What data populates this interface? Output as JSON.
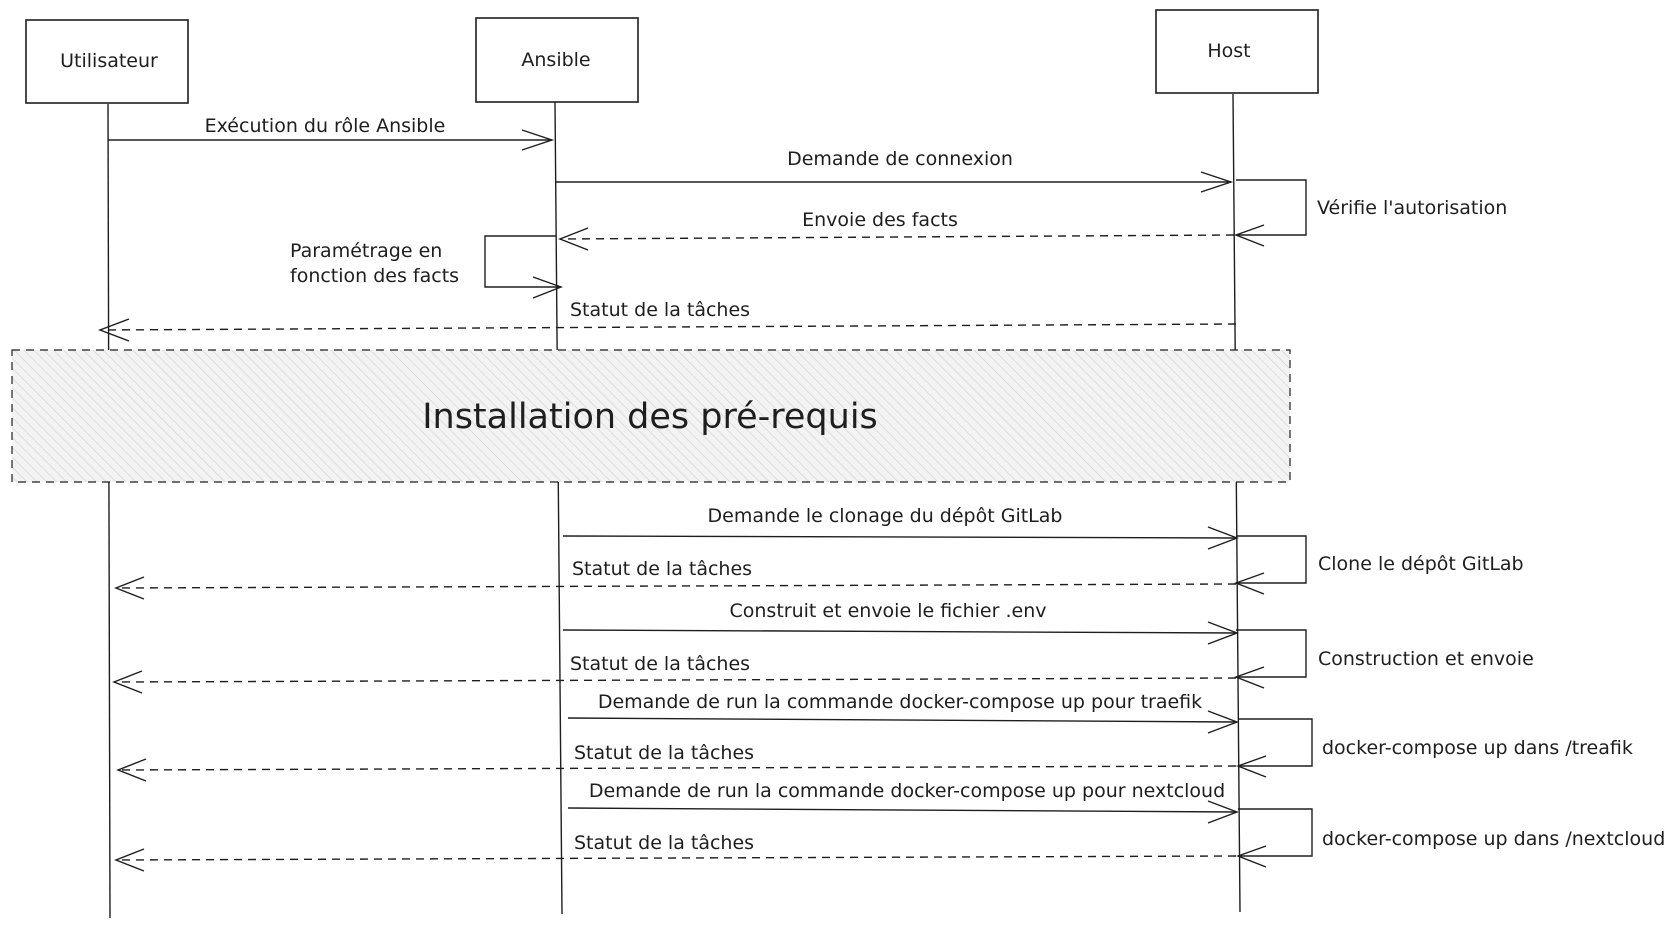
{
  "participants": [
    {
      "id": "user",
      "label": "Utilisateur"
    },
    {
      "id": "ansible",
      "label": "Ansible"
    },
    {
      "id": "host",
      "label": "Host"
    }
  ],
  "messages": [
    {
      "from": "user",
      "to": "ansible",
      "label": "Exécution du rôle Ansible",
      "style": "solid"
    },
    {
      "from": "ansible",
      "to": "host",
      "label": "Demande de connexion",
      "style": "solid"
    },
    {
      "from": "host",
      "to": "ansible",
      "label": "Envoie des facts",
      "style": "dashed"
    },
    {
      "from": "host",
      "to": "user",
      "label": "Statut de la tâches",
      "style": "dashed"
    },
    {
      "from": "ansible",
      "to": "host",
      "label": "Demande le clonage du dépôt GitLab",
      "style": "solid"
    },
    {
      "from": "host",
      "to": "user",
      "label": "Statut de la tâches",
      "style": "dashed"
    },
    {
      "from": "ansible",
      "to": "host",
      "label": "Construit et envoie le fichier .env",
      "style": "solid"
    },
    {
      "from": "host",
      "to": "user",
      "label": "Statut de la tâches",
      "style": "dashed"
    },
    {
      "from": "ansible",
      "to": "host",
      "label": "Demande de run la commande docker-compose up pour traefik",
      "style": "solid"
    },
    {
      "from": "host",
      "to": "user",
      "label": "Statut de la tâches",
      "style": "dashed"
    },
    {
      "from": "ansible",
      "to": "host",
      "label": "Demande de run la commande docker-compose up pour nextcloud",
      "style": "solid"
    },
    {
      "from": "host",
      "to": "user",
      "label": "Statut de la tâches",
      "style": "dashed"
    }
  ],
  "self_messages": [
    {
      "actor": "host",
      "label": "Vérifie l'autorisation"
    },
    {
      "actor": "ansible",
      "label_lines": [
        "Paramétrage en",
        "fonction des facts"
      ]
    },
    {
      "actor": "host",
      "label": "Clone le dépôt GitLab"
    },
    {
      "actor": "host",
      "label": "Construction et envoie"
    },
    {
      "actor": "host",
      "label": "docker-compose up dans /treafik"
    },
    {
      "actor": "host",
      "label": "docker-compose up dans /nextcloud"
    }
  ],
  "section": {
    "label": "Installation des pré-requis"
  }
}
